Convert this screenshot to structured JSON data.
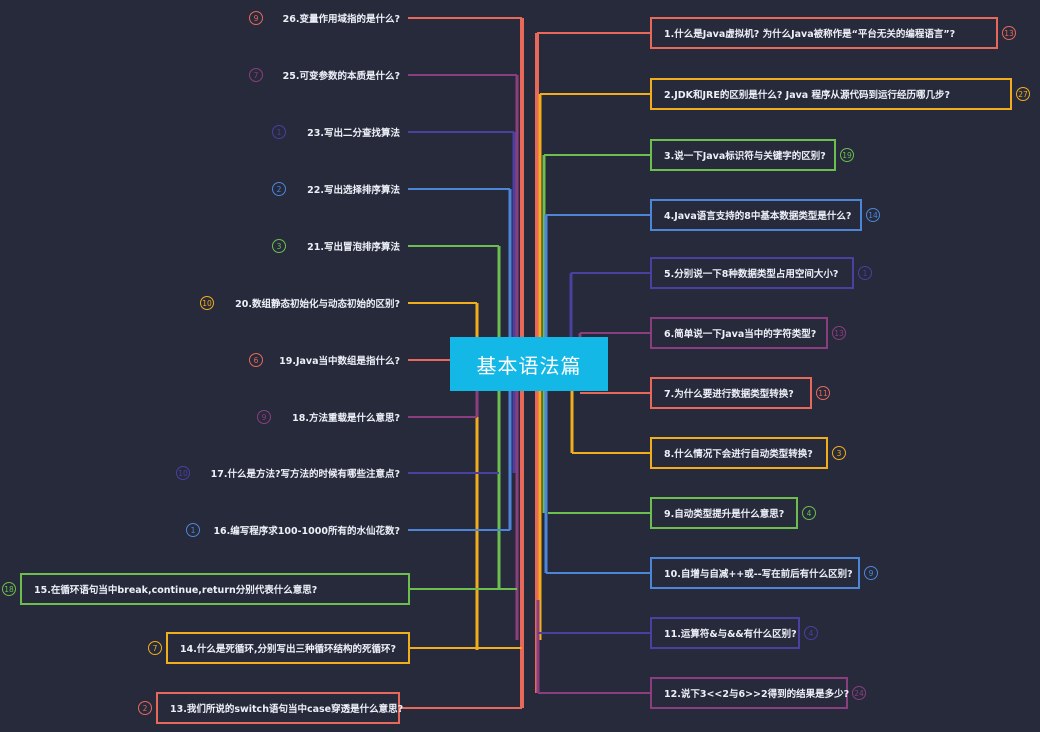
{
  "center": {
    "title": "基本语法篇"
  },
  "colors": {
    "red": "#e8685a",
    "orange": "#f1ad1c",
    "green": "#6cbf4e",
    "blue": "#4d86d9",
    "indigo": "#4b3fa0",
    "purple": "#8a3e80"
  },
  "left_nodes": [
    {
      "label": "26.变量作用域指的是什么?",
      "badge": "9",
      "color": "red"
    },
    {
      "label": "25.可变参数的本质是什么?",
      "badge": "7",
      "color": "purple"
    },
    {
      "label": "23.写出二分查找算法",
      "badge": "1",
      "color": "indigo"
    },
    {
      "label": "22.写出选择排序算法",
      "badge": "2",
      "color": "blue"
    },
    {
      "label": "21.写出冒泡排序算法",
      "badge": "3",
      "color": "green"
    },
    {
      "label": "20.数组静态初始化与动态初始的区别?",
      "badge": "10",
      "color": "orange"
    },
    {
      "label": "19.Java当中数组是指什么?",
      "badge": "6",
      "color": "red"
    },
    {
      "label": "18.方法重载是什么意思?",
      "badge": "9",
      "color": "purple"
    },
    {
      "label": "17.什么是方法?写方法的时候有哪些注意点?",
      "badge": "10",
      "color": "indigo"
    },
    {
      "label": "16.编写程序求100-1000所有的水仙花数?",
      "badge": "1",
      "color": "blue"
    },
    {
      "label": "15.在循环语句当中break,continue,return分别代表什么意思?",
      "badge": "18",
      "color": "green"
    },
    {
      "label": "14.什么是死循环,分别写出三种循环结构的死循环?",
      "badge": "7",
      "color": "orange"
    },
    {
      "label": "13.我们所说的switch语句当中case穿透是什么意思?",
      "badge": "2",
      "color": "red"
    }
  ],
  "right_nodes": [
    {
      "label": "1.什么是Java虚拟机? 为什么Java被称作是“平台无关的编程语言”?",
      "badge": "13",
      "color": "red"
    },
    {
      "label": "2.JDK和JRE的区别是什么? Java 程序从源代码到运行经历哪几步?",
      "badge": "27",
      "color": "orange"
    },
    {
      "label": "3.说一下Java标识符与关键字的区别?",
      "badge": "19",
      "color": "green"
    },
    {
      "label": "4.Java语言支持的8中基本数据类型是什么?",
      "badge": "14",
      "color": "blue"
    },
    {
      "label": "5.分别说一下8种数据类型占用空间大小?",
      "badge": "1",
      "color": "indigo"
    },
    {
      "label": "6.简单说一下Java当中的字符类型?",
      "badge": "13",
      "color": "purple"
    },
    {
      "label": "7.为什么要进行数据类型转换?",
      "badge": "11",
      "color": "red"
    },
    {
      "label": "8.什么情况下会进行自动类型转换?",
      "badge": "3",
      "color": "orange"
    },
    {
      "label": "9.自动类型提升是什么意思?",
      "badge": "4",
      "color": "green"
    },
    {
      "label": "10.自增与自减++或--写在前后有什么区别?",
      "badge": "9",
      "color": "blue"
    },
    {
      "label": "11.运算符&与&&有什么区别?",
      "badge": "4",
      "color": "indigo"
    },
    {
      "label": "12.说下3<<2与6>>2得到的结果是多少?",
      "badge": "24",
      "color": "purple"
    }
  ]
}
